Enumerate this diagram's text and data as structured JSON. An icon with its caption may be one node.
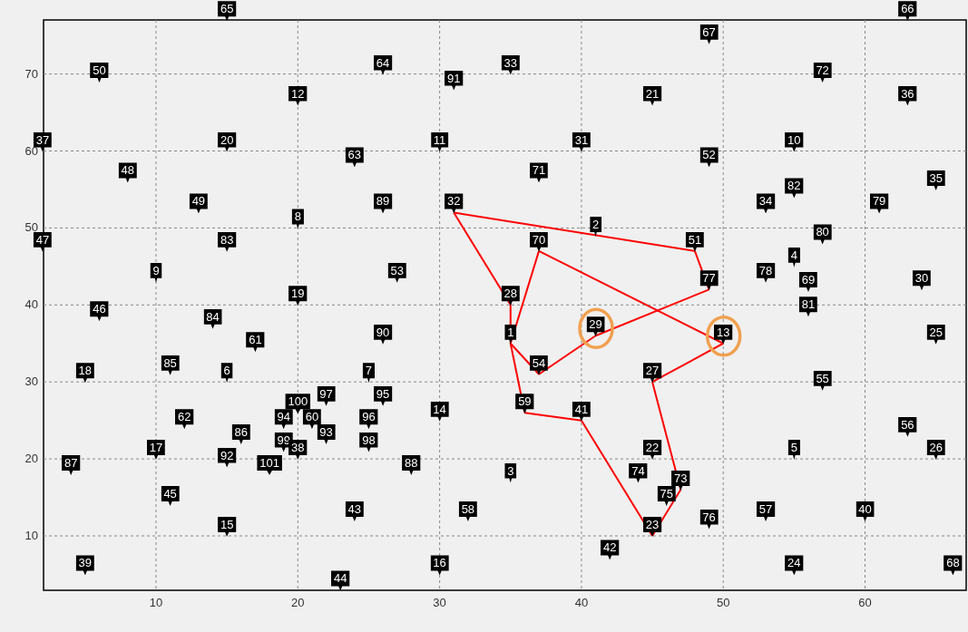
{
  "diagram": {
    "nodes": [
      {
        "text": [
          "65"
        ]
      },
      {
        "text": [
          "66"
        ]
      },
      {
        "text": [
          "67"
        ]
      },
      {
        "text": [
          "64"
        ]
      },
      {
        "text": [
          "33"
        ]
      },
      {
        "text": [
          "50"
        ]
      },
      {
        "text": [
          "72"
        ]
      },
      {
        "text": [
          "91"
        ]
      },
      {
        "text": [
          "12"
        ]
      },
      {
        "text": [
          "21"
        ]
      },
      {
        "text": [
          "36"
        ]
      },
      {
        "text": [
          "37"
        ]
      },
      {
        "text": [
          "20"
        ]
      },
      {
        "text": [
          "11"
        ]
      },
      {
        "text": [
          "31"
        ]
      },
      {
        "text": [
          "10"
        ]
      },
      {
        "text": [
          "63"
        ]
      },
      {
        "text": [
          "52"
        ]
      },
      {
        "text": [
          "48"
        ]
      },
      {
        "text": [
          "71"
        ]
      },
      {
        "text": [
          "35"
        ]
      },
      {
        "text": [
          "82"
        ]
      },
      {
        "text": [
          "49"
        ]
      },
      {
        "text": [
          "89"
        ]
      },
      {
        "text": [
          "32"
        ]
      },
      {
        "text": [
          "34"
        ]
      },
      {
        "text": [
          "79"
        ]
      },
      {
        "text": [
          "8"
        ]
      },
      {
        "text": [
          "2"
        ]
      },
      {
        "text": [
          "80"
        ]
      },
      {
        "text": [
          "47"
        ]
      },
      {
        "text": [
          "83"
        ]
      },
      {
        "text": [
          "70"
        ]
      },
      {
        "text": [
          "51"
        ]
      },
      {
        "text": [
          "4"
        ]
      },
      {
        "text": [
          "9"
        ]
      },
      {
        "text": [
          "53"
        ]
      },
      {
        "text": [
          "78"
        ]
      },
      {
        "text": [
          "30"
        ]
      },
      {
        "text": [
          "77"
        ]
      },
      {
        "text": [
          "19"
        ]
      },
      {
        "text": [
          "28"
        ]
      },
      {
        "text": [
          "69"
        ]
      },
      {
        "text": [
          "46"
        ]
      },
      {
        "text": [
          "81"
        ]
      },
      {
        "text": [
          "84"
        ]
      },
      {
        "text": [
          "29"
        ]
      },
      {
        "text": [
          "90"
        ]
      },
      {
        "text": [
          "1"
        ]
      },
      {
        "text": [
          "13"
        ]
      },
      {
        "text": [
          "25"
        ]
      },
      {
        "text": [
          "61"
        ]
      },
      {
        "text": [
          "85"
        ]
      },
      {
        "text": [
          "54"
        ]
      },
      {
        "text": [
          "18"
        ]
      },
      {
        "text": [
          "6"
        ]
      },
      {
        "text": [
          "7"
        ]
      },
      {
        "text": [
          "27"
        ]
      },
      {
        "text": [
          "55"
        ]
      },
      {
        "text": [
          "97"
        ]
      },
      {
        "text": [
          "95"
        ]
      },
      {
        "text": [
          "100"
        ]
      },
      {
        "text": [
          "59"
        ]
      },
      {
        "text": [
          "14"
        ]
      },
      {
        "text": [
          "41"
        ]
      },
      {
        "text": [
          "62"
        ]
      },
      {
        "text": [
          "94"
        ]
      },
      {
        "text": [
          "60"
        ]
      },
      {
        "text": [
          "96"
        ]
      },
      {
        "text": [
          "56"
        ]
      },
      {
        "text": [
          "86"
        ]
      },
      {
        "text": [
          "93"
        ]
      },
      {
        "text": [
          "99"
        ]
      },
      {
        "text": [
          "98"
        ]
      },
      {
        "text": [
          "17"
        ]
      },
      {
        "text": [
          "38"
        ]
      },
      {
        "text": [
          "22"
        ]
      },
      {
        "text": [
          "5"
        ]
      },
      {
        "text": [
          "26"
        ]
      },
      {
        "text": [
          "92"
        ]
      },
      {
        "text": [
          "87"
        ]
      },
      {
        "text": [
          "101"
        ]
      },
      {
        "text": [
          "88"
        ]
      },
      {
        "text": [
          "3"
        ]
      },
      {
        "text": [
          "74"
        ]
      },
      {
        "text": [
          "73"
        ]
      },
      {
        "text": [
          "45"
        ]
      },
      {
        "text": [
          "75"
        ]
      },
      {
        "text": [
          "43"
        ]
      },
      {
        "text": [
          "58"
        ]
      },
      {
        "text": [
          "57"
        ]
      },
      {
        "text": [
          "40"
        ]
      },
      {
        "text": [
          "76"
        ]
      },
      {
        "text": [
          "15"
        ]
      },
      {
        "text": [
          "23"
        ]
      },
      {
        "text": [
          "42"
        ]
      },
      {
        "text": [
          "39"
        ]
      },
      {
        "text": [
          "16"
        ]
      },
      {
        "text": [
          "24"
        ]
      },
      {
        "text": [
          "68"
        ]
      },
      {
        "text": [
          "44"
        ]
      }
    ],
    "edges": [
      {
        "from": 24,
        "to": 33,
        "arrow": "none"
      },
      {
        "from": 33,
        "to": 39,
        "arrow": "none"
      },
      {
        "from": 39,
        "to": 46,
        "arrow": "none"
      },
      {
        "from": 46,
        "to": 53,
        "arrow": "none"
      },
      {
        "from": 53,
        "to": 48,
        "arrow": "none"
      },
      {
        "from": 48,
        "to": 62,
        "arrow": "none"
      },
      {
        "from": 62,
        "to": 64,
        "arrow": "none"
      },
      {
        "from": 64,
        "to": 94,
        "arrow": "none"
      },
      {
        "from": 94,
        "to": 85,
        "arrow": "none"
      },
      {
        "from": 85,
        "to": 57,
        "arrow": "none"
      },
      {
        "from": 57,
        "to": 49,
        "arrow": "none"
      },
      {
        "from": 49,
        "to": 32,
        "arrow": "none"
      },
      {
        "from": 32,
        "to": 48,
        "arrow": "none"
      },
      {
        "from": 48,
        "to": 41,
        "arrow": "none"
      },
      {
        "from": 41,
        "to": 24,
        "arrow": "none"
      }
    ],
    "labels": [
      "70",
      "60",
      "50",
      "40",
      "30",
      "20",
      "10",
      "10",
      "20",
      "30",
      "40",
      "50",
      "60"
    ]
  }
}
